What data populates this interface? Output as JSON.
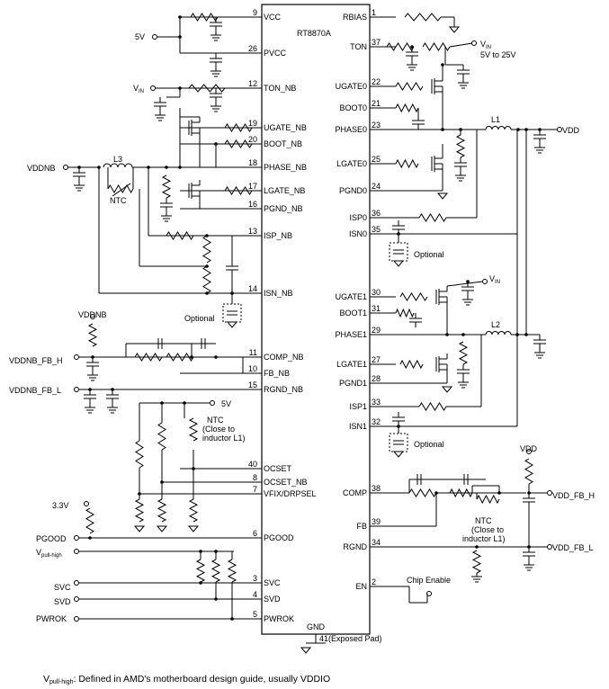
{
  "ic": {
    "name": "RT8870A",
    "gnd": "GND",
    "pad": "41(Exposed Pad)"
  },
  "left_pins": [
    {
      "num": "9",
      "name": "VCC"
    },
    {
      "num": "26",
      "name": "PVCC"
    },
    {
      "num": "12",
      "name": "TON_NB"
    },
    {
      "num": "19",
      "name": "UGATE_NB"
    },
    {
      "num": "20",
      "name": "BOOT_NB"
    },
    {
      "num": "18",
      "name": "PHASE_NB"
    },
    {
      "num": "17",
      "name": "LGATE_NB"
    },
    {
      "num": "16",
      "name": "PGND_NB"
    },
    {
      "num": "13",
      "name": "ISP_NB"
    },
    {
      "num": "14",
      "name": "ISN_NB"
    },
    {
      "num": "11",
      "name": "COMP_NB"
    },
    {
      "num": "10",
      "name": "FB_NB"
    },
    {
      "num": "15",
      "name": "RGND_NB"
    },
    {
      "num": "40",
      "name": "OCSET"
    },
    {
      "num": "8",
      "name": "OCSET_NB"
    },
    {
      "num": "7",
      "name": "VFIX/DRPSEL"
    },
    {
      "num": "6",
      "name": "PGOOD"
    },
    {
      "num": "3",
      "name": "SVC"
    },
    {
      "num": "4",
      "name": "SVD"
    },
    {
      "num": "5",
      "name": "PWROK"
    }
  ],
  "right_pins": [
    {
      "num": "1",
      "name": "RBIAS"
    },
    {
      "num": "37",
      "name": "TON"
    },
    {
      "num": "22",
      "name": "UGATE0"
    },
    {
      "num": "21",
      "name": "BOOT0"
    },
    {
      "num": "23",
      "name": "PHASE0"
    },
    {
      "num": "25",
      "name": "LGATE0"
    },
    {
      "num": "24",
      "name": "PGND0"
    },
    {
      "num": "36",
      "name": "ISP0"
    },
    {
      "num": "35",
      "name": "ISN0"
    },
    {
      "num": "30",
      "name": "UGATE1"
    },
    {
      "num": "31",
      "name": "BOOT1"
    },
    {
      "num": "29",
      "name": "PHASE1"
    },
    {
      "num": "27",
      "name": "LGATE1"
    },
    {
      "num": "28",
      "name": "PGND1"
    },
    {
      "num": "33",
      "name": "ISP1"
    },
    {
      "num": "32",
      "name": "ISN1"
    },
    {
      "num": "38",
      "name": "COMP"
    },
    {
      "num": "39",
      "name": "FB"
    },
    {
      "num": "34",
      "name": "RGND"
    },
    {
      "num": "2",
      "name": "EN"
    }
  ],
  "labels": {
    "v5_left": "5V",
    "vin_left": "V",
    "vin_sub": "IN",
    "vddnb": "VDDNB",
    "vddnb_top": "VDDNB",
    "l3": "L3",
    "ntc": "NTC",
    "optional": "Optional",
    "vddnb_fb_h": "VDDNB_FB_H",
    "vddnb_fb_l": "VDDNB_FB_L",
    "v5_mid": "5V",
    "ntc_mid1": "NTC",
    "ntc_mid2": "(Close to",
    "ntc_mid3": "inductor L1)",
    "v33": "3.3V",
    "pgood": "PGOOD",
    "vpull": "V",
    "vpull_sub": "pull-high",
    "svc": "SVC",
    "svd": "SVD",
    "pwrok": "PWROK",
    "vin_top": "V",
    "vin_top_sub": "IN",
    "vin_range": "5V to 25V",
    "l1": "L1",
    "vdd_out": "VDD",
    "optional_r0": "Optional",
    "vin_r1": "V",
    "vin_r1_sub": "IN",
    "l2": "L2",
    "optional_r1": "Optional",
    "vdd_top": "VDD",
    "vdd_fb_h": "VDD_FB_H",
    "vdd_fb_l": "VDD_FB_L",
    "ntc_r1": "NTC",
    "ntc_r2": "(Close to",
    "ntc_r3": "inductor L1)",
    "chip_enable": "Chip Enable",
    "footnote_v": "V",
    "footnote_sub": "pull-high",
    "footnote_text": ": Defined in AMD's motherboard design guide, usually VDDIO"
  }
}
